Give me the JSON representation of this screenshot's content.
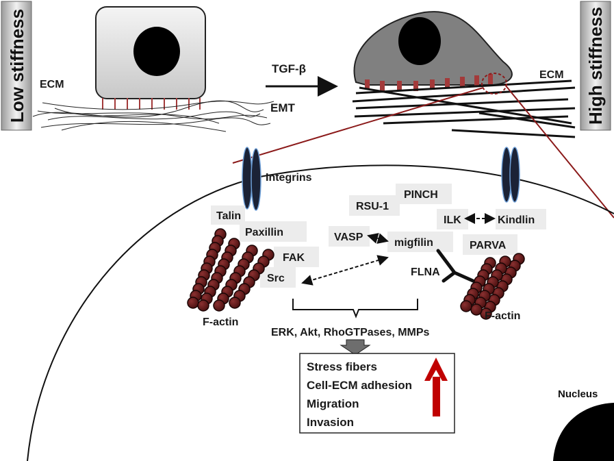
{
  "side_labels": {
    "low": "Low stiffness",
    "high": "High stiffness"
  },
  "top": {
    "ecm_left": "ECM",
    "ecm_right": "ECM",
    "treatment": "TGF-β",
    "process": "EMT"
  },
  "proteins": {
    "integrins": "Integrins",
    "talin": "Talin",
    "paxillin": "Paxillin",
    "fak": "FAK",
    "src": "Src",
    "rsu1": "RSU-1",
    "pinch": "PINCH",
    "ilk": "ILK",
    "kindlin": "Kindlin",
    "vasp": "VASP",
    "migfilin": "migfilin",
    "parva": "PARVA",
    "flna": "FLNA"
  },
  "factin_left": "F-actin",
  "factin_right": "F-actin",
  "downstream": "ERK, Akt, RhoGTPases, MMPs",
  "outcomes": [
    "Stress fibers",
    "Cell-ECM adhesion",
    "Migration",
    "Invasion"
  ],
  "nucleus": "Nucleus",
  "colors": {
    "adhesion": "#a33a3a",
    "actin": "#5a1a1a",
    "up_arrow": "#c00000",
    "integrin": "#1b2236"
  }
}
